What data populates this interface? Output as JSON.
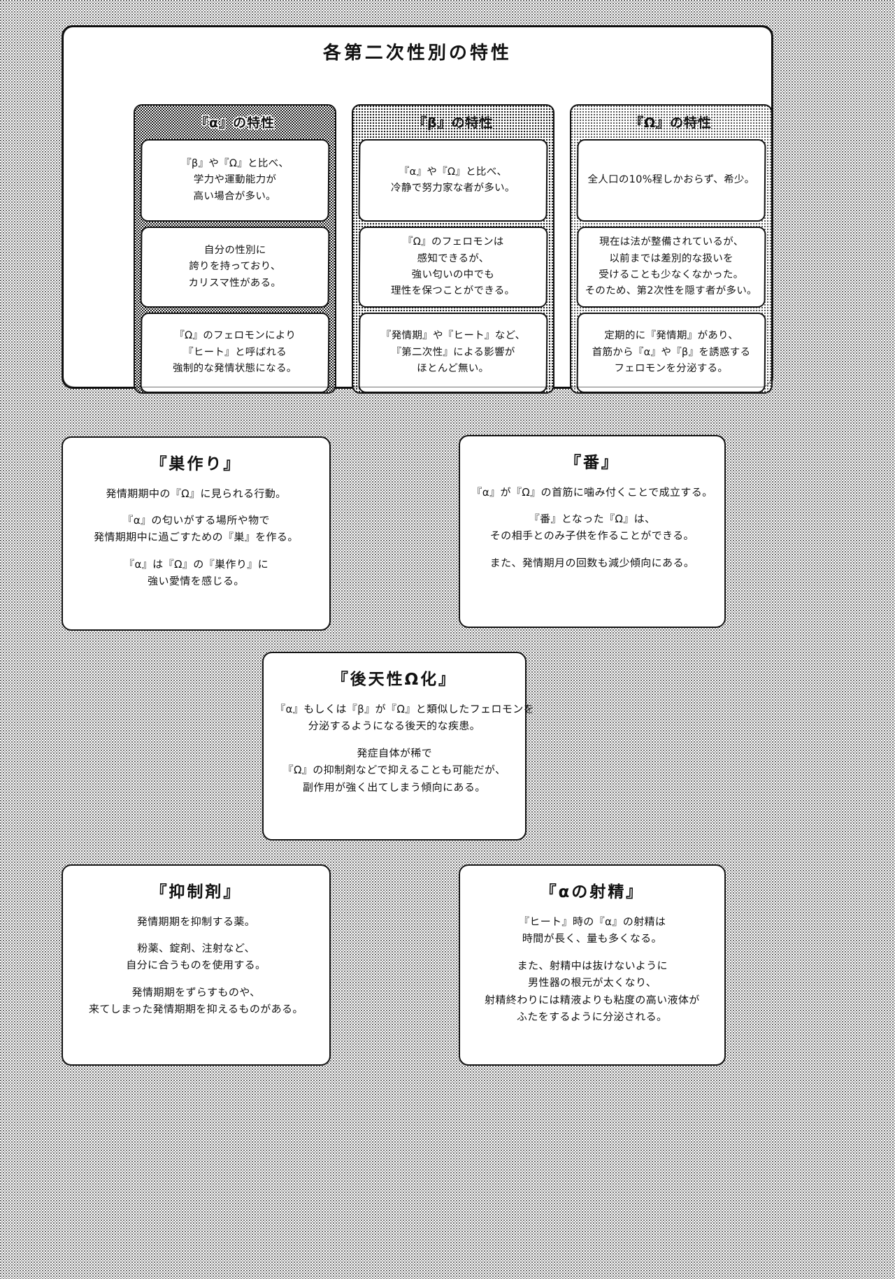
{
  "document": {
    "title": "各第二次性別の特性"
  },
  "columns": [
    {
      "id": "alpha",
      "header": "『α』の特性",
      "shade": "dark",
      "cells": [
        {
          "lines": [
            "『β』や『Ω』と比べ、",
            "学力や運動能力が",
            "高い場合が多い。"
          ]
        },
        {
          "lines": [
            "自分の性別に",
            "誇りを持っており、",
            "カリスマ性がある。"
          ]
        },
        {
          "lines": [
            "『Ω』のフェロモンにより",
            "『ヒート』と呼ばれる",
            "強制的な発情状態になる。"
          ]
        }
      ]
    },
    {
      "id": "beta",
      "header": "『β』の特性",
      "shade": "mid",
      "cells": [
        {
          "lines": [
            "『α』や『Ω』と比べ、",
            "冷静で努力家な者が多い。"
          ]
        },
        {
          "lines": [
            "『Ω』のフェロモンは",
            "感知できるが、",
            "強い匂いの中でも",
            "理性を保つことができる。"
          ]
        },
        {
          "lines": [
            "『発情期』や『ヒート』など、",
            "『第二次性』による影響が",
            "ほとんど無い。"
          ]
        }
      ]
    },
    {
      "id": "omega",
      "header": "『Ω』の特性",
      "shade": "light",
      "cells": [
        {
          "lines": [
            "全人口の10%程しかおらず、希少。"
          ]
        },
        {
          "lines": [
            "現在は法が整備されているが、",
            "以前までは差別的な扱いを",
            "受けることも少なくなかった。",
            "そのため、第2次性を隠す者が多い。"
          ]
        },
        {
          "lines": [
            "定期的に『発情期』があり、",
            "首筋から『α』や『β』を誘惑する",
            "フェロモンを分泌する。"
          ]
        }
      ]
    }
  ],
  "cards": [
    {
      "id": "nest",
      "title": "『巣作り』",
      "paragraphs": [
        {
          "lines": [
            "発情期期中の『Ω』に見られる行動。"
          ]
        },
        {
          "lines": [
            "『α』の匂いがする場所や物で",
            "発情期期中に過ごすための『巣』を作る。"
          ]
        },
        {
          "lines": [
            "『α』は『Ω』の『巣作り』に",
            "強い愛情を感じる。"
          ]
        }
      ]
    },
    {
      "id": "mate",
      "title": "『番』",
      "paragraphs": [
        {
          "lines": [
            "『α』が『Ω』の首筋に噛み付くことで成立する。"
          ]
        },
        {
          "lines": [
            "『番』となった『Ω』は、",
            "その相手とのみ子供を作ることができる。"
          ]
        },
        {
          "lines": [
            "また、発情期月の回数も減少傾向にある。"
          ]
        }
      ]
    },
    {
      "id": "acquired",
      "title": "『後天性Ω化』",
      "paragraphs": [
        {
          "lines": [
            "『α』もしくは『β』が『Ω』と類似したフェロモンを",
            "分泌するようになる後天的な疾患。"
          ]
        },
        {
          "lines": [
            "発症自体が稀で",
            "『Ω』の抑制剤などで抑えることも可能だが、",
            "副作用が強く出てしまう傾向にある。"
          ]
        }
      ]
    },
    {
      "id": "suppressant",
      "title": "『抑制剤』",
      "paragraphs": [
        {
          "lines": [
            "発情期期を抑制する薬。"
          ]
        },
        {
          "lines": [
            "粉薬、錠剤、注射など、",
            "自分に合うものを使用する。"
          ]
        },
        {
          "lines": [
            "発情期期をずらすものや、",
            "来てしまった発情期期を抑えるものがある。"
          ]
        }
      ]
    },
    {
      "id": "ejaculation",
      "title": "『αの射精』",
      "paragraphs": [
        {
          "lines": [
            "『ヒート』時の『α』の射精は",
            "時間が長く、量も多くなる。"
          ]
        },
        {
          "lines": [
            "また、射精中は抜けないように",
            "男性器の根元が太くなり、",
            "射精終わりには精液よりも粘度の高い液体が",
            "ふたをするように分泌される。"
          ]
        }
      ]
    }
  ],
  "colors": {
    "ink": "#111111",
    "paper": "#ffffff",
    "halftone": "#4a4a4a"
  }
}
